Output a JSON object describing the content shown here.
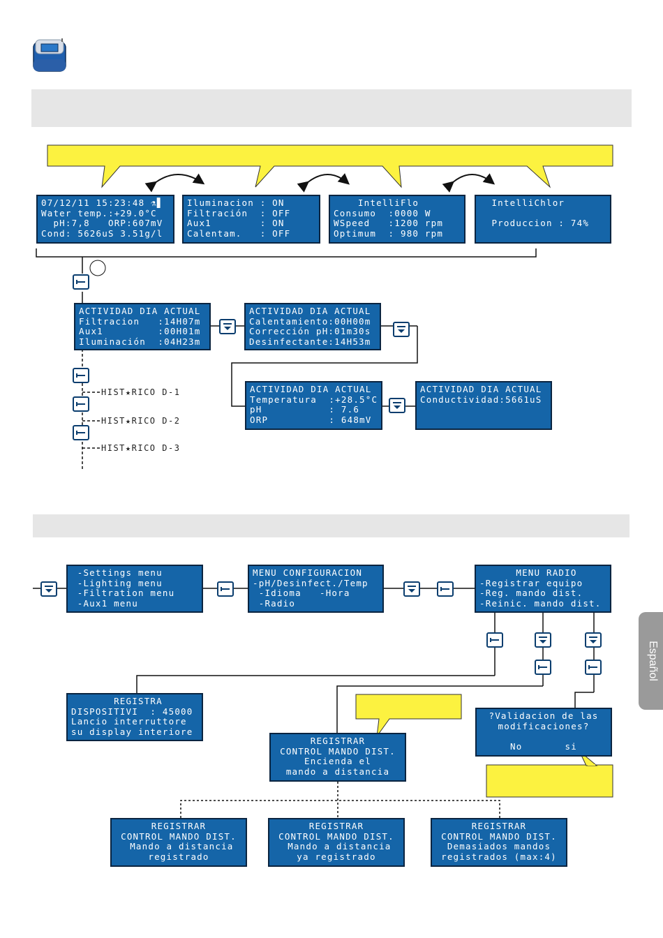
{
  "language_tab": "Español",
  "screens_top": [
    "07/12/11 15:23:48 ⚗▋\nWater temp.:+29.0°C\n  pH:7,8   ORP:607mV\nCond: 5626uS 3.51g/l",
    "Iluminacion : ON\nFiltración  : OFF\nAux1        : ON\nCalentam.   : OFF",
    "    IntelliFlo\nConsumo  :0000 W\nWSpeed   :1200 rpm\nOptimum  : 980 rpm",
    "  IntelliChlor\n\n  Produccion : 74%"
  ],
  "screens_activity": [
    "ACTIVIDAD DIA ACTUAL\nFiltracion   :14H07m\nAux1         :00H01m\nIluminación  :04H23m",
    "ACTIVIDAD DIA ACTUAL\nCalentamiento:00H00m\nCorrección pH:01m30s\nDesinfectante:14H53m",
    "ACTIVIDAD DIA ACTUAL\nTemperatura  :+28.5°C\npH           : 7.6\nORP          : 648mV",
    "ACTIVIDAD DIA ACTUAL\nConductividad:5661uS"
  ],
  "history": [
    "HIST★RICO D-1",
    "HIST★RICO D-2",
    "HIST★RICO D-3"
  ],
  "screens_menu": [
    " -Settings menu\n -Lighting menu\n -Filtration menu\n -Aux1 menu",
    "MENU CONFIGURACION\n-pH/Desinfect./Temp\n -Idioma   -Hora\n -Radio",
    "      MENU RADIO\n-Registrar equipo\n-Reg. mando dist.\n-Reinic. mando dist."
  ],
  "screens_radio": [
    "       REGISTRA\nDISPOSITIVI  : 45000\nLancio interruttore\nsu display interiore",
    "REGISTRAR\nCONTROL MANDO DIST.\nEncienda el\nmando a distancia",
    "?Validacion de las\nmodificaciones?\n\nNo       si"
  ],
  "screens_result": [
    "REGISTRAR\nCONTROL MANDO DIST.\n Mando a distancia\nregistrado",
    "REGISTRAR\nCONTROL MANDO DIST.\n Mando a distancia\nya registrado",
    "REGISTRAR\nCONTROL MANDO DIST.\nDemasiados mandos\nregistrados (max:4)"
  ]
}
